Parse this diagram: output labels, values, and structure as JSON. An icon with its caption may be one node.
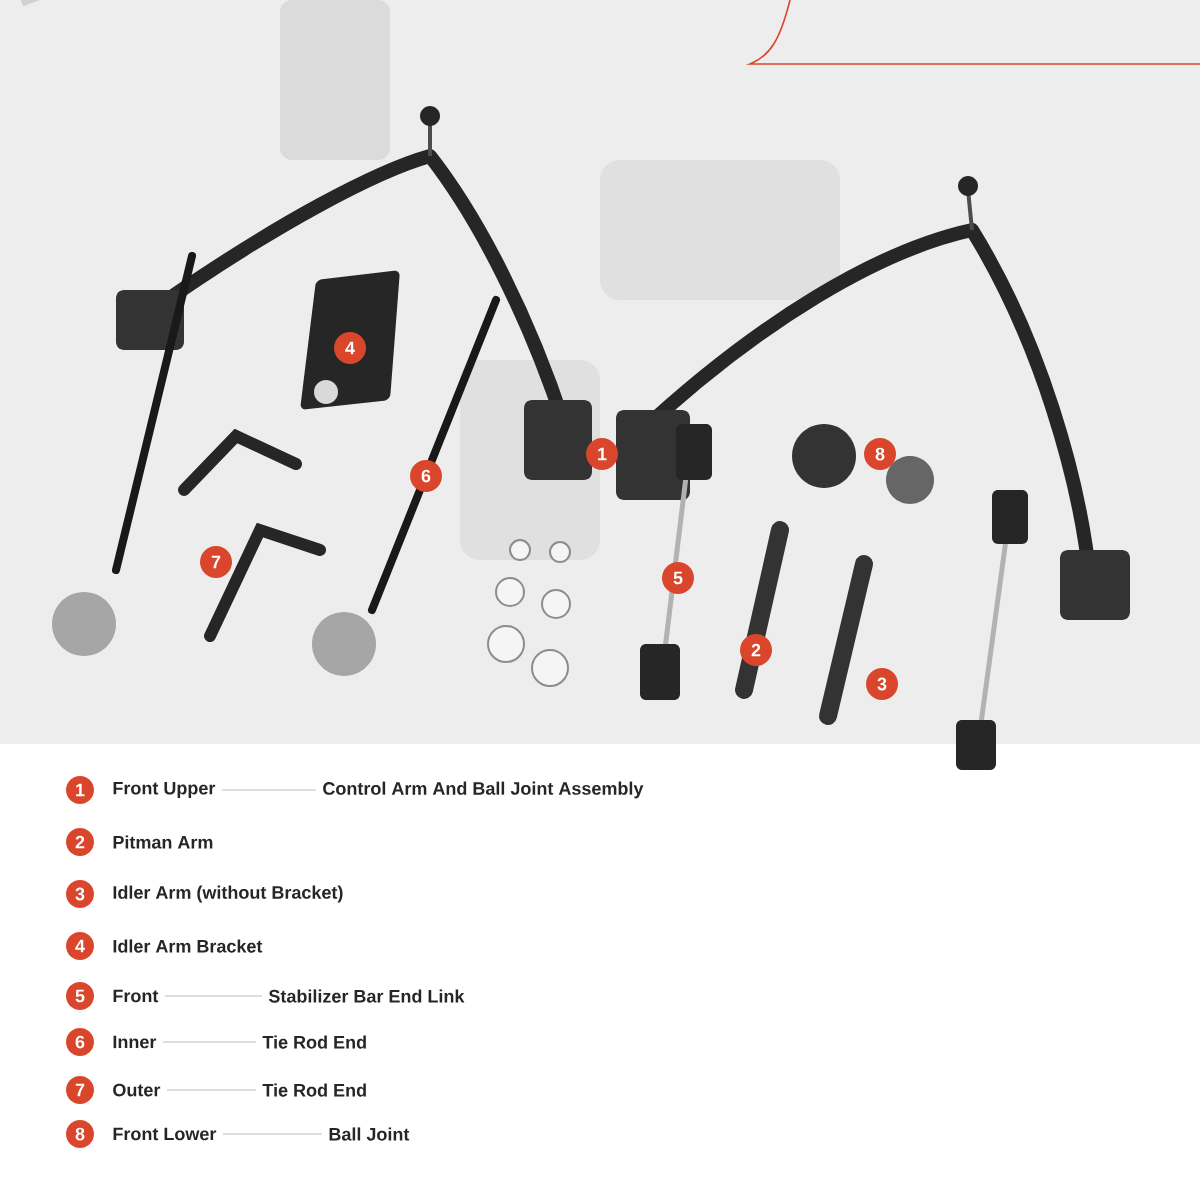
{
  "diagram": {
    "labels": [
      "4",
      "1",
      "8",
      "6",
      "7",
      "5",
      "2",
      "3",
      "1",
      "Front Upper",
      "Control Arm And Ball Joint Assembly",
      "2",
      "Pitman Arm",
      "3",
      "Idler Arm (without Bracket)",
      "4",
      "Idler Arm Bracket",
      "5",
      "Front",
      "Stabilizer Bar End Link",
      "6",
      "Inner",
      "Tie Rod End",
      "7",
      "Outer",
      "Tie Rod End",
      "8",
      "Front Lower",
      "Ball Joint"
    ]
  }
}
